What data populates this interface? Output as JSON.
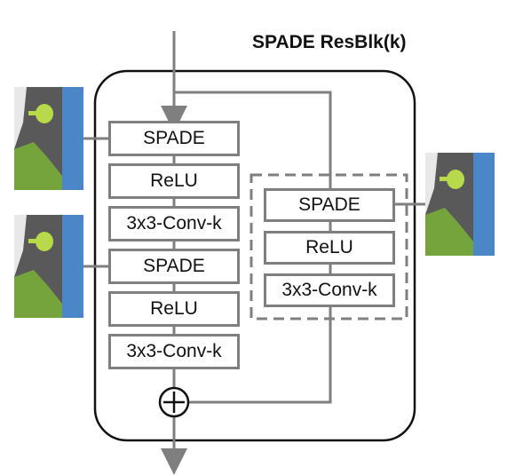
{
  "title": "SPADE ResBlk(k)",
  "main_branch": {
    "blocks": [
      "SPADE",
      "ReLU",
      "3x3-Conv-k",
      "SPADE",
      "ReLU",
      "3x3-Conv-k"
    ]
  },
  "shortcut_branch": {
    "blocks": [
      "SPADE",
      "ReLU",
      "3x3-Conv-k"
    ],
    "style": "dashed"
  },
  "sum_symbol": "⊕",
  "colors": {
    "line": "#7f7f7f",
    "mask_green_light": "#b8d94a",
    "mask_green_dark": "#76a43c",
    "mask_gray": "#595959",
    "mask_blue": "#4a86c8",
    "mask_white": "#e8e8e8"
  },
  "thumbnails": [
    "segmentation-mask-1",
    "segmentation-mask-2",
    "segmentation-mask-3"
  ]
}
